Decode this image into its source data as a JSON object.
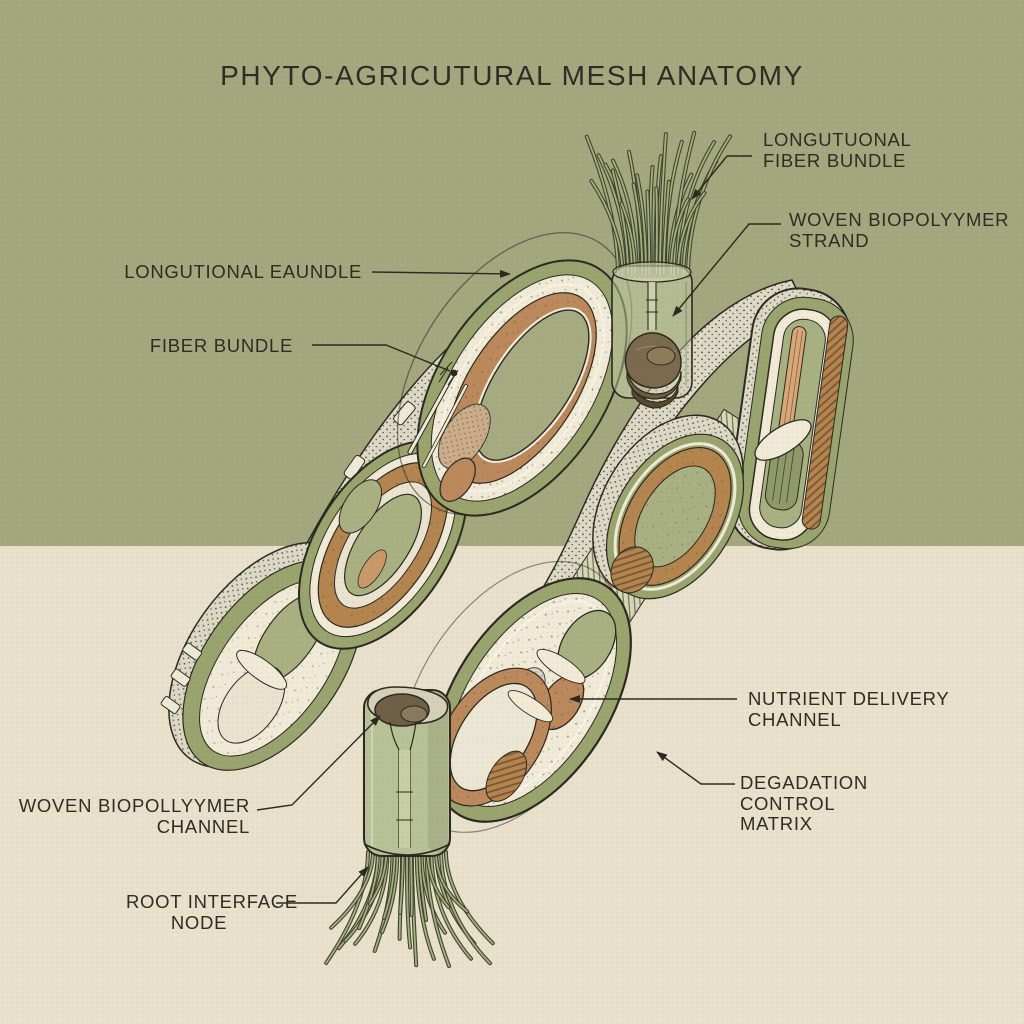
{
  "title": "PHYTO-AGRICUTURAL MESH ANATOMY",
  "colors": {
    "bg-top": "#a3a87f",
    "bg-bottom": "#eae1cd",
    "ink": "#2b2a21",
    "text": "#2d2c25",
    "cream": "#f0ead7",
    "cream2": "#e9e3cf",
    "tan": "#bc895c",
    "tan2": "#b5854f",
    "salmon": "#d9a878",
    "green-rim": "#9aa46e",
    "green-fill": "#a9b183",
    "green-lt": "#c6cda6",
    "sleeve": "#b9c197",
    "brown-dk": "#7c6a4e",
    "brown-dkr": "#5f5138",
    "stip-bg": "#ded9c7"
  },
  "labels": [
    {
      "id": "longitudinal-eaundle",
      "lines": [
        "LONGUTIONAL EAUNDLE"
      ]
    },
    {
      "id": "fiber-bundle",
      "lines": [
        "FIBER BUNDLE"
      ]
    },
    {
      "id": "longitudinal-fiber-bundle",
      "lines": [
        "LONGUTUONAL",
        "FIBER BUNDLE"
      ]
    },
    {
      "id": "woven-biopolymer-strand",
      "lines": [
        "WOVEN BIOPOLYYMER",
        "STRAND"
      ]
    },
    {
      "id": "nutrient-delivery-channel",
      "lines": [
        "NUTRIENT DELIVERY",
        "CHANNEL"
      ]
    },
    {
      "id": "degradation-control-matrix",
      "lines": [
        "DEGADATION",
        "CONTROL",
        "MATRIX"
      ]
    },
    {
      "id": "woven-biopolymer-channel",
      "lines": [
        "WOVEN BIOPOLLYYMER",
        "CHANNEL"
      ]
    },
    {
      "id": "root-interface-node",
      "lines": [
        "ROOT INTERFACE",
        "NODE"
      ]
    }
  ]
}
